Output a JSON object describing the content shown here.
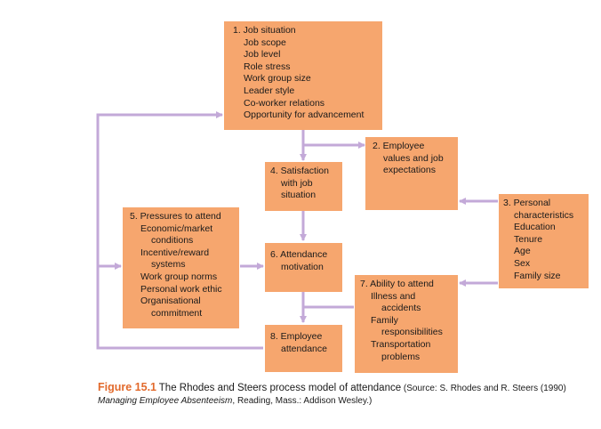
{
  "colors": {
    "box": "#f6a66e",
    "arrow": "#c3a9d8",
    "figure_label": "#e26a2c"
  },
  "boxes": {
    "job_situation": {
      "lines": [
        "1. Job situation",
        "Job scope",
        "Job level",
        "Role stress",
        "Work group size",
        "Leader style",
        "Co-worker relations",
        "Opportunity for advancement"
      ]
    },
    "employee_values": {
      "lines": [
        "2. Employee",
        "values and job",
        "expectations"
      ]
    },
    "personal_characteristics": {
      "lines": [
        "3. Personal",
        "characteristics",
        "Education",
        "Tenure",
        "Age",
        "Sex",
        "Family size"
      ]
    },
    "satisfaction": {
      "lines": [
        "4. Satisfaction",
        "with job",
        "situation"
      ]
    },
    "pressures": {
      "lines": [
        "5. Pressures to attend",
        "Economic/market",
        "conditions",
        "Incentive/reward",
        "systems",
        "Work group norms",
        "Personal work ethic",
        "Organisational",
        "commitment"
      ]
    },
    "motivation": {
      "lines": [
        "6. Attendance",
        "motivation"
      ]
    },
    "ability": {
      "lines": [
        "7. Ability to attend",
        "Illness and",
        "accidents",
        "Family",
        "responsibilities",
        "Transportation",
        "problems"
      ]
    },
    "attendance": {
      "lines": [
        "8. Employee",
        "attendance"
      ]
    }
  },
  "caption": {
    "label": "Figure 15.1",
    "title": "The Rhodes and Steers process model of attendance",
    "source_start": "(Source: S. Rhodes and R. Steers (1990)",
    "source_book": "Managing Employee Absenteeism",
    "source_end": ", Reading, Mass.: Addison Wesley.)"
  }
}
